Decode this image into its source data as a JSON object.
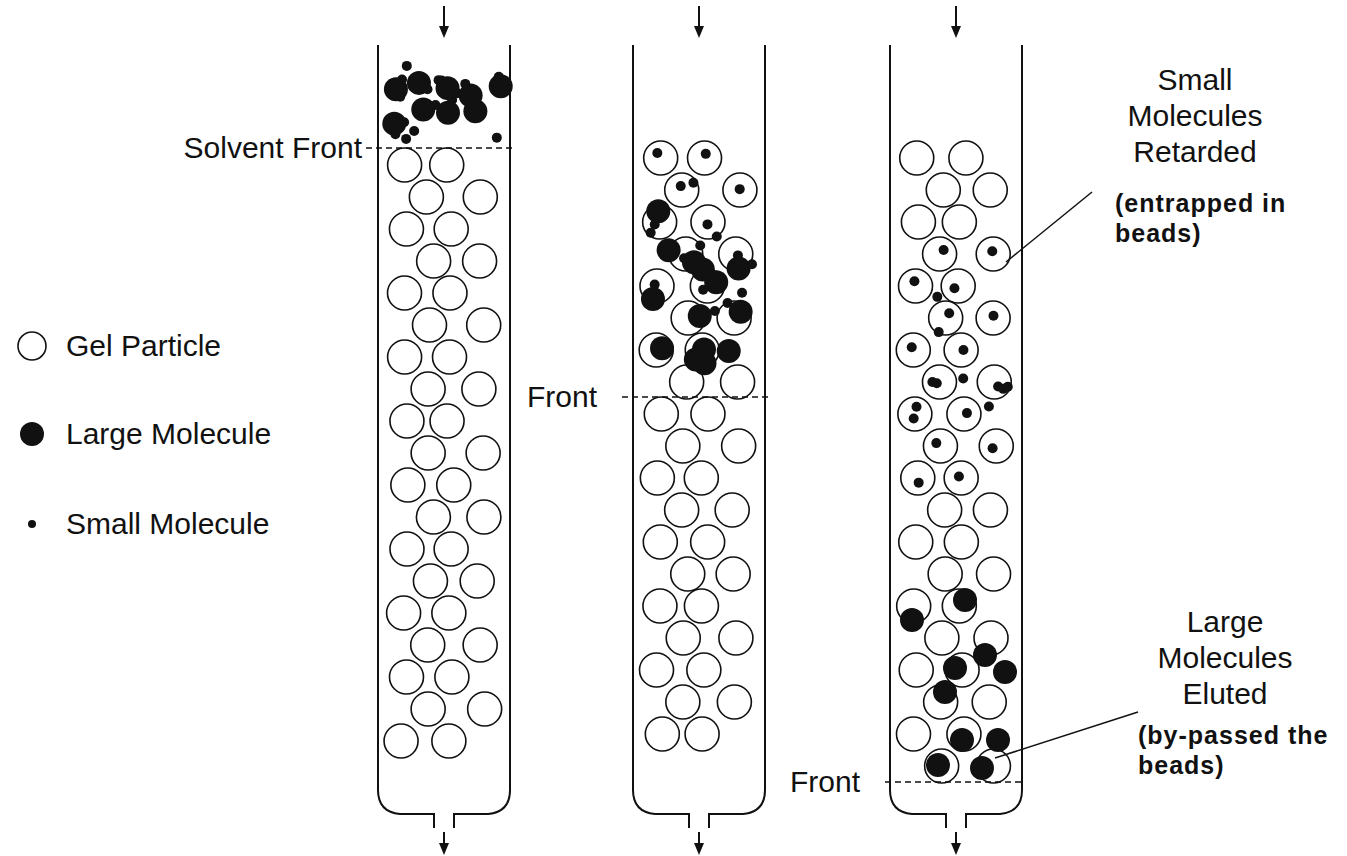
{
  "diagram": {
    "labels": [
      "Solvent Front",
      "Front",
      "Front",
      "Small Molecules Retarded",
      "(entrapped in beads)",
      "Large Molecules Eluted",
      "(by-passed the beads)"
    ],
    "legend": [
      {
        "text": "Gel Particle"
      },
      {
        "text": "Large Molecule"
      },
      {
        "text": "Small Molecule"
      }
    ]
  }
}
